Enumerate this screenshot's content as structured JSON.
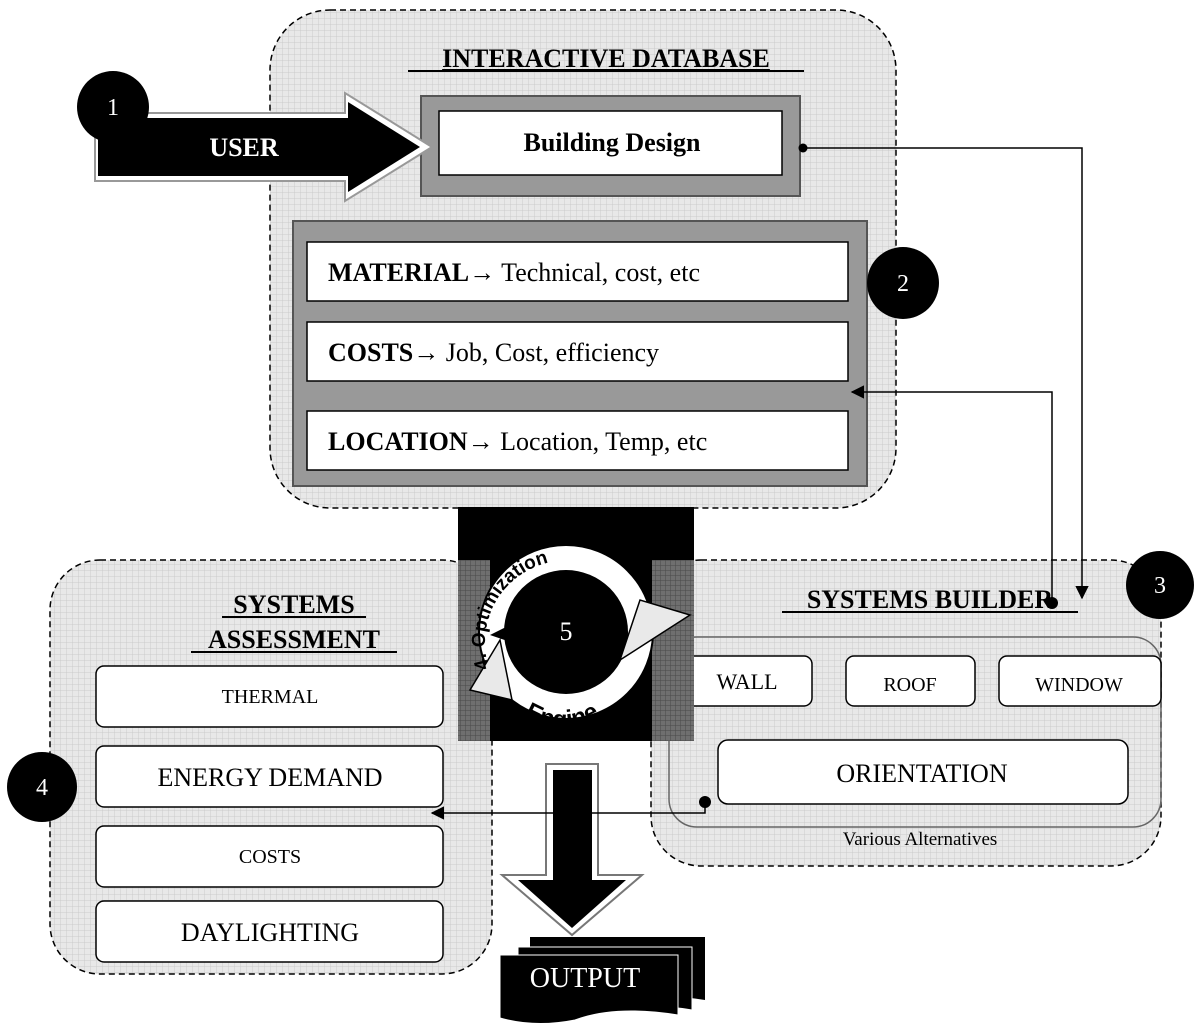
{
  "database": {
    "title": "INTERACTIVE DATABASE",
    "building_design": "Building Design",
    "rows": [
      {
        "key": "MATERIAL",
        "arrow": "→",
        "text": " Technical, cost, etc"
      },
      {
        "key": "COSTS",
        "arrow": "→",
        "text": " Job, Cost, efficiency"
      },
      {
        "key": "LOCATION",
        "arrow": "→",
        "text": " Location, Temp, etc"
      }
    ]
  },
  "user_label": "USER",
  "markers": {
    "m1": "1",
    "m2": "2",
    "m3": "3",
    "m4": "4",
    "m5": "5"
  },
  "assessment": {
    "title_line1": "SYSTEMS",
    "title_line2": "ASSESSMENT",
    "items": [
      "THERMAL",
      "ENERGY DEMAND",
      "COSTS",
      "DAYLIGHTING"
    ]
  },
  "builder": {
    "title": "SYSTEMS BUILDER",
    "wall": "WALL",
    "roof": "ROOF",
    "window": "WINDOW",
    "orientation": "ORIENTATION",
    "alternatives": "Various Alternatives"
  },
  "engine": {
    "top_text": "4. Optimization",
    "bottom_text": "Engine"
  },
  "output": "OUTPUT",
  "colors": {
    "panel": "#e7e7e7",
    "grid": "#cfcfcf",
    "black": "#000000",
    "white": "#ffffff"
  }
}
